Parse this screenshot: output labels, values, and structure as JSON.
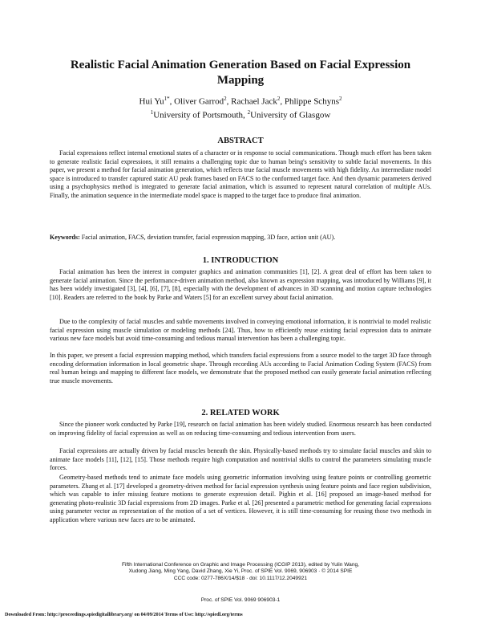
{
  "paper": {
    "title": "Realistic Facial Animation Generation Based on Facial Expression Mapping",
    "authors": {
      "names": [
        {
          "name": "Hui Yu",
          "sup": "1*"
        },
        {
          "name": "Oliver Garrod",
          "sup": "2"
        },
        {
          "name": "Rachael Jack",
          "sup": "2"
        },
        {
          "name": "Phlippe Schyns",
          "sup": "2"
        }
      ],
      "affil_1_sup": "1",
      "affil_1": "University of Portsmouth, ",
      "affil_2_sup": "2",
      "affil_2": "University of Glasgow"
    },
    "abstract": {
      "heading": "ABSTRACT",
      "text": "Facial expressions reflect internal emotional states of a character or in response to social communications. Though much effort has been taken to generate realistic facial expressions, it still remains a challenging topic due to human being's sensitivity to subtle facial movements. In this paper, we present a method for facial animation generation, which reflects true facial muscle movements with high fidelity. An intermediate model space is introduced to transfer captured static AU peak frames based on FACS to the conformed target face. And then dynamic parameters derived using a psychophysics method is integrated to generate facial animation, which is assumed to represent natural correlation of multiple AUs. Finally, the animation sequence in the intermediate model space is mapped to the target face to produce final animation."
    },
    "keywords": {
      "label": "Keywords:",
      "text": " Facial animation, FACS, deviation transfer, facial expression mapping, 3D face, action unit (AU)."
    },
    "sections": [
      {
        "heading": "1.   INTRODUCTION",
        "paragraphs": [
          "Facial animation has been the interest in computer graphics and animation communities [1], [2]. A great deal of effort has been taken to generate facial animation. Since the performance-driven animation method, also known as expression mapping, was introduced by Williams [9], it has been widely investigated [3], [4], [6], [7], [8], especially with the development of advances in 3D scanning and motion capture technologies [10]. Readers are referred to the book by Parke and Waters [5] for an excellent survey about facial animation.",
          "Due to the complexity of facial muscles and subtle movements involved in conveying emotional information, it is nontrivial to model realistic facial expression using muscle simulation or modeling methods [24]. Thus, how to efficiently reuse existing facial expression data to animate various new face models but avoid time-consuming and tedious manual intervention has been a challenging topic.",
          "In this paper, we present a facial expression mapping method, which transfers facial expressions from a source model to the target 3D face through encoding deformation information in local geometric shape. Through recording AUs according to Facial Animation Coding System (FACS) from real human beings and mapping to different face models, we demonstrate that the proposed method can easily generate facial animation reflecting true muscle movements."
        ]
      },
      {
        "heading": "2.   RELATED WORK",
        "paragraphs": [
          "Since the pioneer work conducted by Parke [19], research on facial animation has been widely studied. Enormous research has been conducted on improving fidelity of facial expression as well as on reducing time-consuming and tedious intervention from users.",
          "Facial expressions are actually driven by facial muscles beneath the skin. Physically-based methods try to simulate facial muscles and skin to animate face models [11], [12], [15]. Those methods require high computation and nontrivial skills to control the parameters simulating muscle forces.",
          "Geometry-based methods tend to animate face models using geometric information involving using feature points or controlling geometric parameters. Zhang et al. [17] developed a geometry-driven method for facial expression synthesis using feature points and face region subdivision, which was capable to infer missing feature motions to generate expression detail. Pighin et al. [16] proposed an image-based method for generating photo-realistic 3D facial expressions from 2D images. Parke et al. [26] presented a parametric method for generating facial expressions using parameter vector as representation of the motion of a set of vertices. However, it is still time-consuming for reusing those two methods in application where various new faces are to be animated."
        ]
      }
    ],
    "footer": {
      "line1": "Fifth International Conference on Graphic and Image Processing (ICGIP 2013), edited by Yulin Wang,",
      "line2": "Xudong Jiang, Ming Yang, David Zhang, Xie Yi, Proc. of SPIE Vol. 9069, 906903 · © 2014 SPIE",
      "line3": "CCC code: 0277-786X/14/$18 · doi: 10.1117/12.2049921",
      "page": "Proc. of SPIE Vol. 9069  906903-1"
    },
    "download_line": "Downloaded From: http://proceedings.spiedigitallibrary.org/ on 04/09/2014 Terms of Use: http://spiedl.org/terms"
  }
}
